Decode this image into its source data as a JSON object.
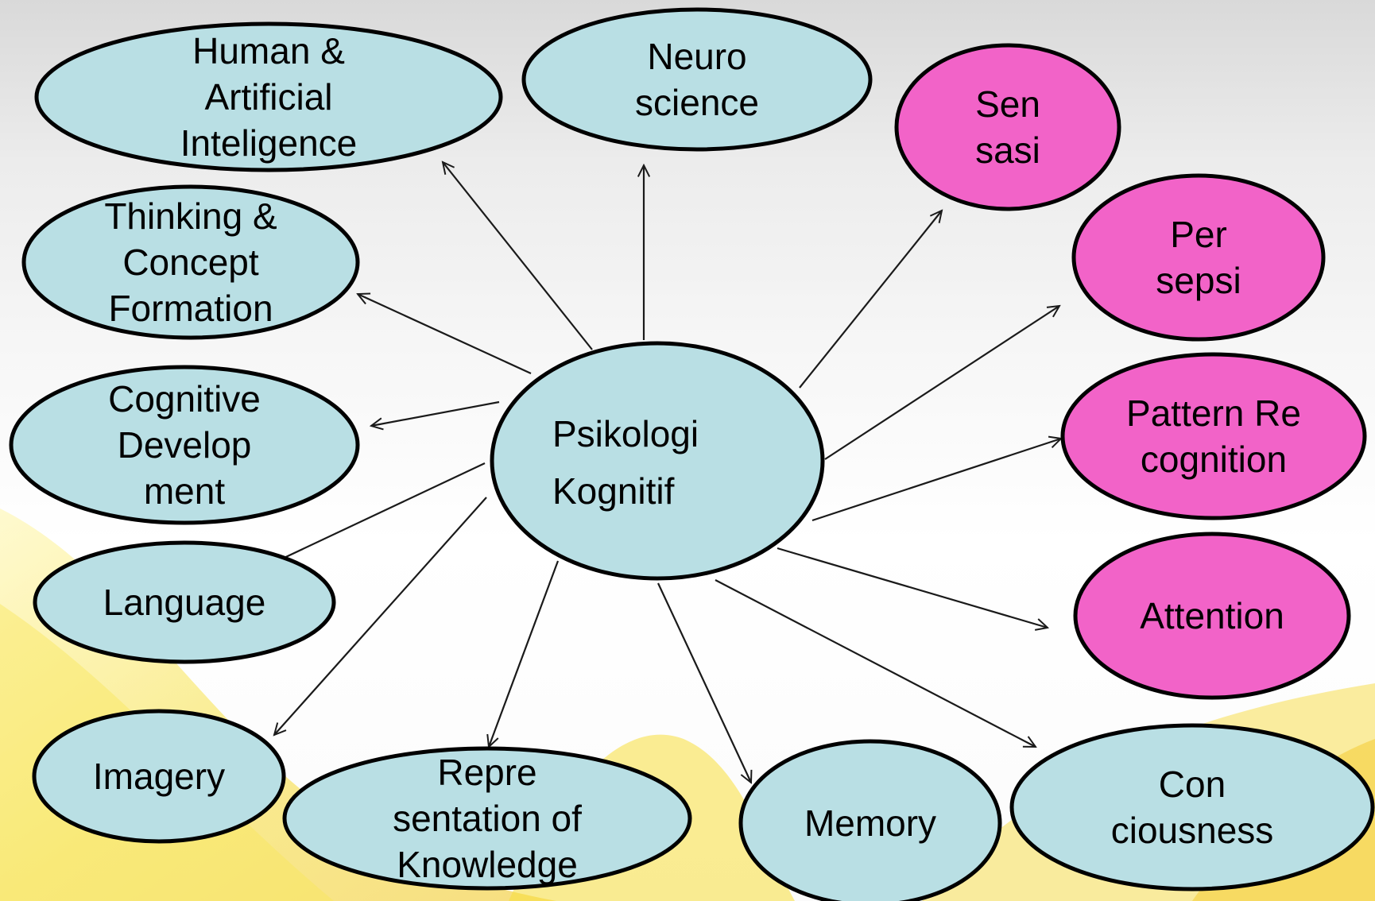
{
  "colors": {
    "blue_fill": "#b9dfe4",
    "pink_fill": "#f263c8",
    "outline": "#000000",
    "arrow": "#1a1a1a",
    "ribbon": "#f7df3a"
  },
  "center": {
    "lines": [
      "Psikologi",
      "Kognitif"
    ]
  },
  "nodes": [
    {
      "id": "human-artificial-intelligence",
      "lines": [
        "Human &",
        "Artificial",
        "Inteligence"
      ],
      "color": "blue"
    },
    {
      "id": "neuro-science",
      "lines": [
        "Neuro",
        "science"
      ],
      "color": "blue"
    },
    {
      "id": "sensasi",
      "lines": [
        "Sen",
        "sasi"
      ],
      "color": "pink"
    },
    {
      "id": "persepsi",
      "lines": [
        "Per",
        "sepsi"
      ],
      "color": "pink"
    },
    {
      "id": "pattern-recognition",
      "lines": [
        "Pattern Re",
        "cognition"
      ],
      "color": "pink"
    },
    {
      "id": "attention",
      "lines": [
        "Attention"
      ],
      "color": "pink"
    },
    {
      "id": "conciousness",
      "lines": [
        "Con",
        "ciousness"
      ],
      "color": "blue"
    },
    {
      "id": "memory",
      "lines": [
        "Memory"
      ],
      "color": "blue"
    },
    {
      "id": "representation-of-knowledge",
      "lines": [
        "Repre",
        "sentation of",
        "Knowledge"
      ],
      "color": "blue"
    },
    {
      "id": "imagery",
      "lines": [
        "Imagery"
      ],
      "color": "blue"
    },
    {
      "id": "language",
      "lines": [
        "Language"
      ],
      "color": "blue"
    },
    {
      "id": "cognitive-development",
      "lines": [
        "Cognitive",
        "Develop",
        "ment"
      ],
      "color": "blue"
    },
    {
      "id": "thinking-concept-formation",
      "lines": [
        "Thinking &",
        "Concept",
        "Formation"
      ],
      "color": "blue"
    }
  ]
}
